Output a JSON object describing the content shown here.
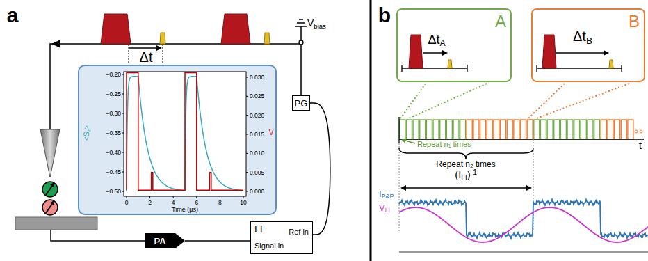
{
  "diagram": {
    "nodes": [
      {
        "text": [
          "−0.20",
          "−0.25",
          "−0.30",
          "−0.35",
          "−0.40",
          "−0.45",
          "−0.50",
          "0.030",
          "0.025",
          "0.020",
          "0.015",
          "0.010",
          "0.005",
          "0.000",
          "0",
          "2",
          "4",
          "6",
          "8",
          "10",
          "Time (μs)",
          "<S",
          "z",
          ">",
          "V"
        ]
      },
      {
        "text": [
          "PG"
        ]
      },
      {
        "text": [
          "PA"
        ]
      },
      {
        "text": [
          "LI",
          "Ref in",
          "Signal in"
        ]
      },
      {
        "text": [
          "A",
          "Δt",
          "A"
        ]
      },
      {
        "text": [
          "B",
          "Δt",
          "B"
        ]
      }
    ],
    "edges": [
      {
        "from": 1,
        "to": 3,
        "arrow": "none"
      },
      {
        "from": 2,
        "to": 3,
        "arrow": "none"
      }
    ],
    "labels": [
      "a",
      "b",
      "Δt",
      "V",
      "bias",
      "Repeat n₁ times",
      "Repeat n₂ times",
      "(f",
      "LI",
      ")",
      "-1",
      "t",
      "I",
      "P&P",
      "V",
      "LI"
    ]
  }
}
